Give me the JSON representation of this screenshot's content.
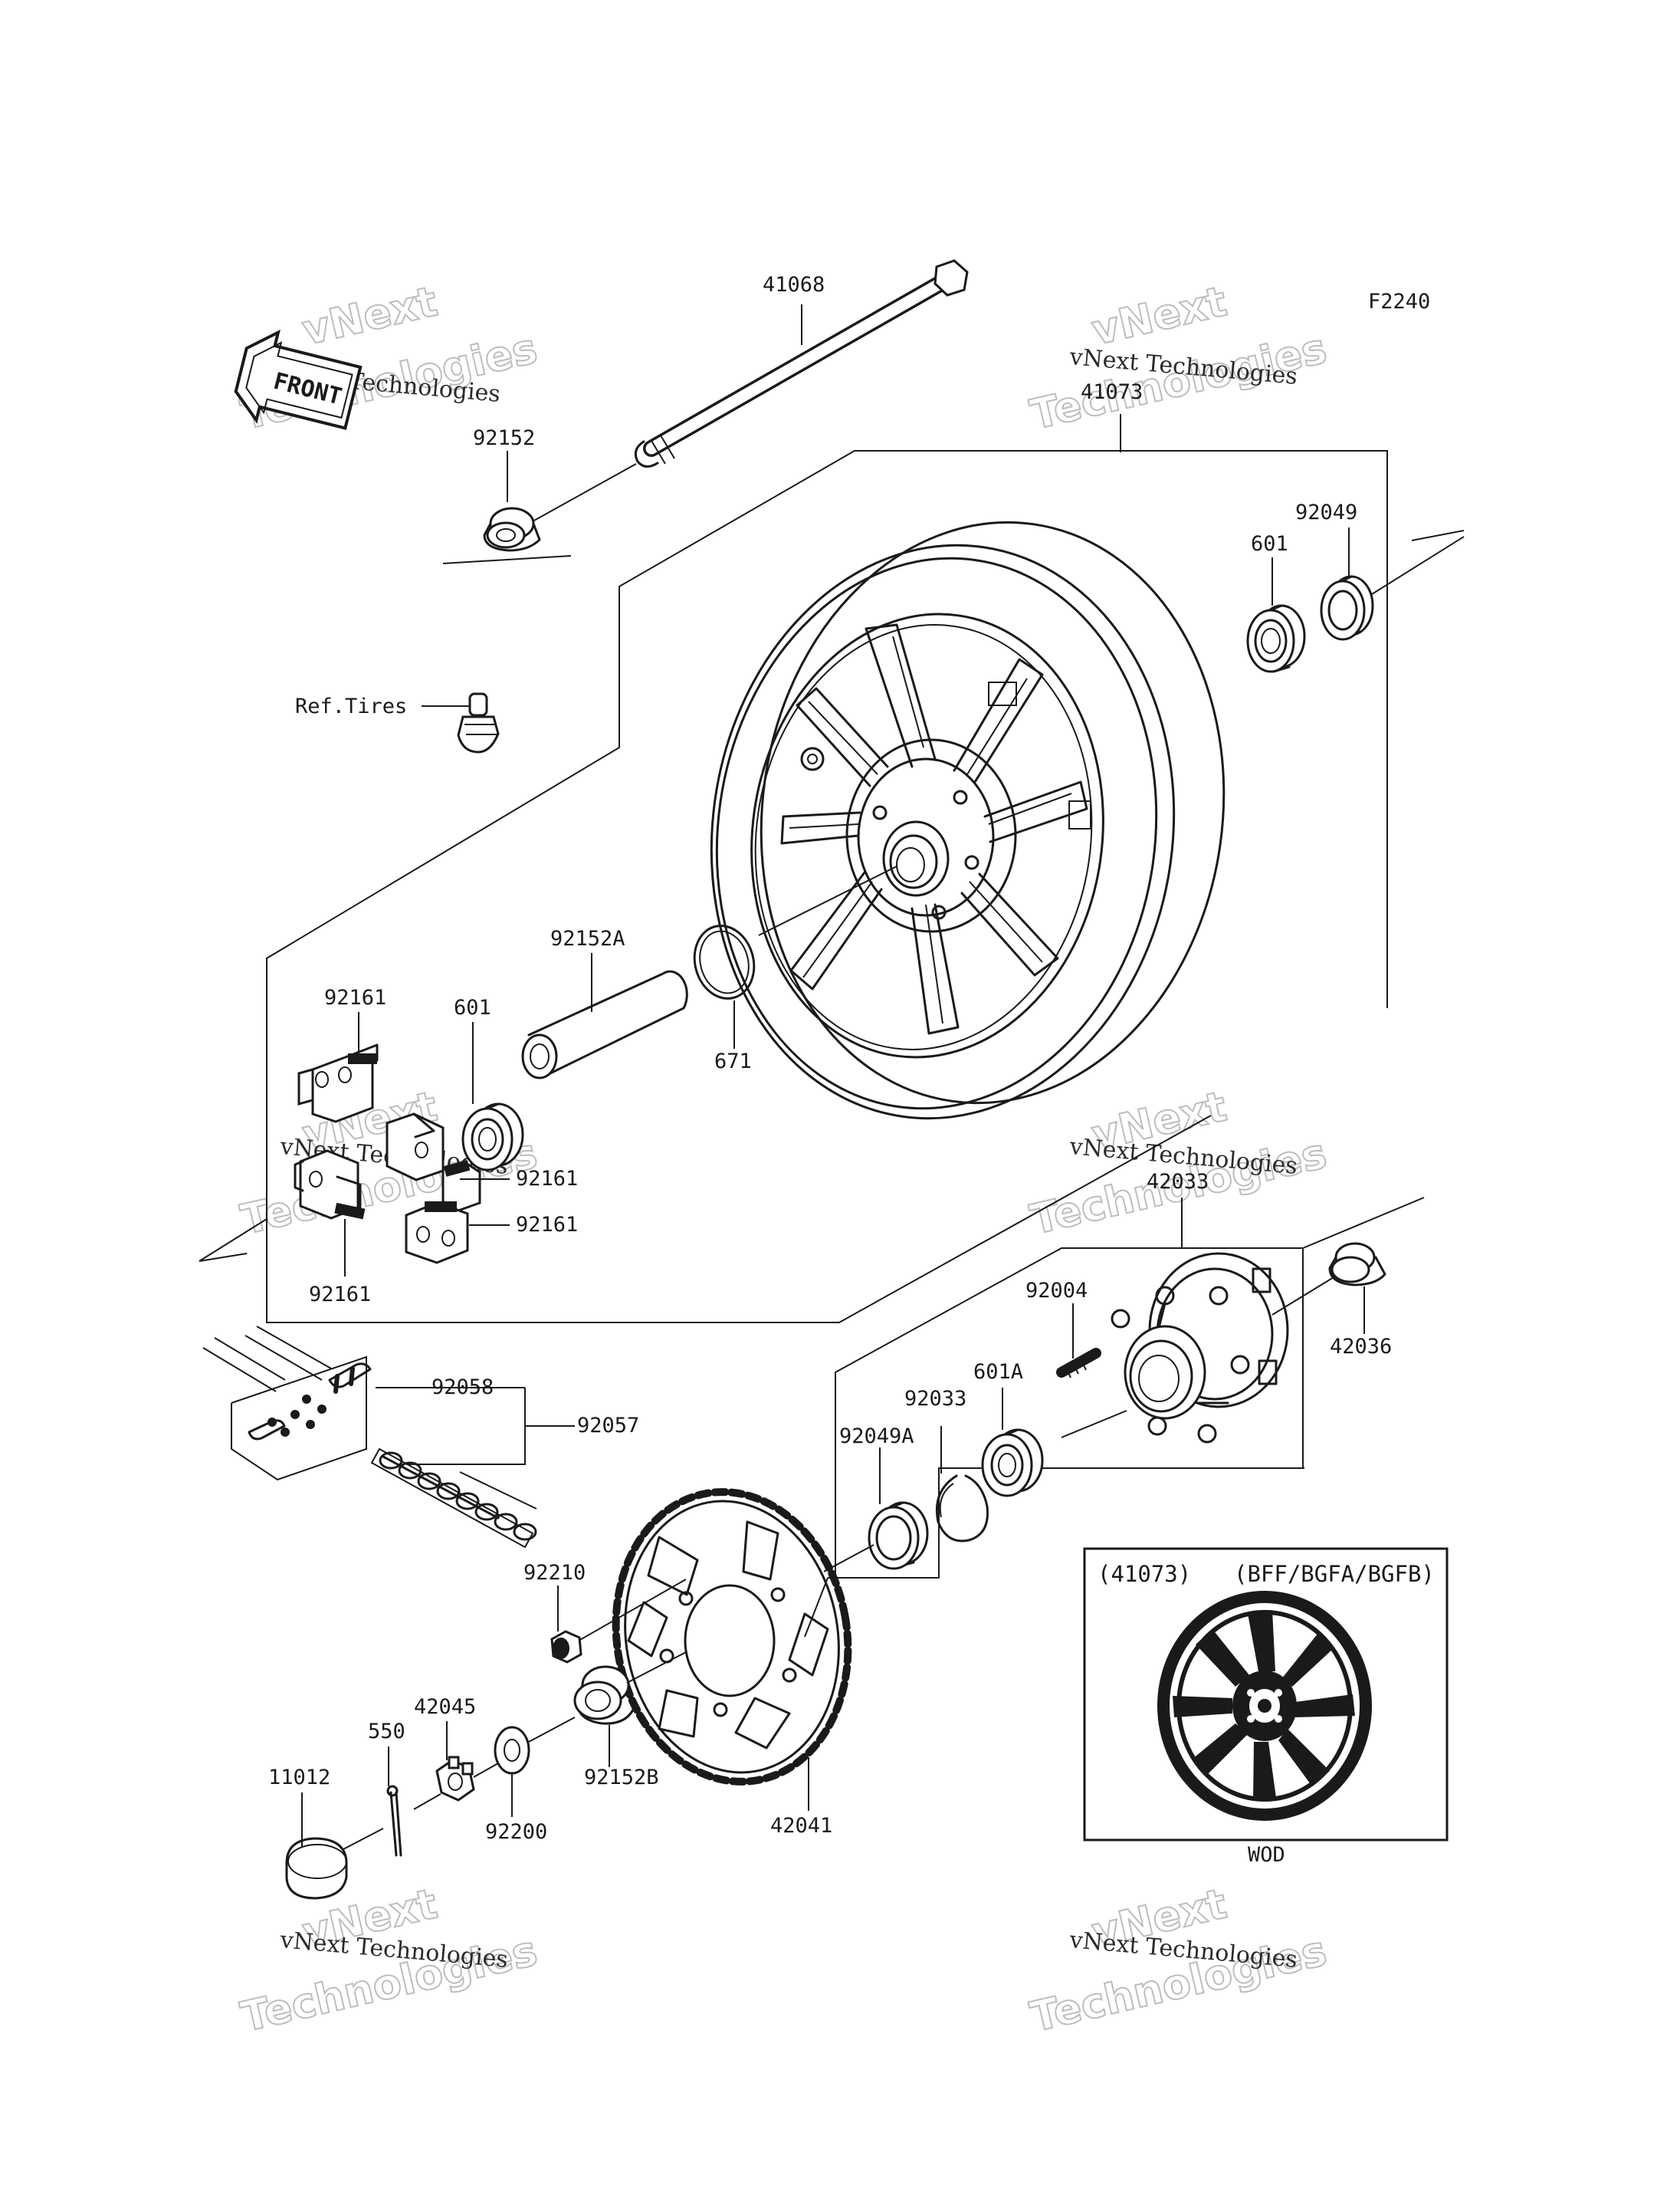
{
  "page_code": "F2240",
  "front_badge": "FRONT",
  "parts": {
    "p41068": "41068",
    "p41073": "41073",
    "p92152": "92152",
    "p92049": "92049",
    "p601_top": "601",
    "ref_tires": "Ref.Tires",
    "p92152A": "92152A",
    "p92161_a": "92161",
    "p601_mid": "601",
    "p671": "671",
    "p92161_b": "92161",
    "p92161_c": "92161",
    "p92161_d": "92161",
    "p42033": "42033",
    "p92004": "92004",
    "p42036": "42036",
    "p92058": "92058",
    "p92057": "92057",
    "p601A": "601A",
    "p92033": "92033",
    "p92049A": "92049A",
    "p92210": "92210",
    "p42045": "42045",
    "p550": "550",
    "p11012": "11012",
    "p92200": "92200",
    "p92152B": "92152B",
    "p42041": "42041"
  },
  "inset": {
    "code": "(41073)",
    "variants": "(BFF/BGFA/BGFB)",
    "color": "WOD"
  },
  "watermark": {
    "line1": "vNext Technologies",
    "line2": "vNext",
    "line3": "Technologies"
  }
}
